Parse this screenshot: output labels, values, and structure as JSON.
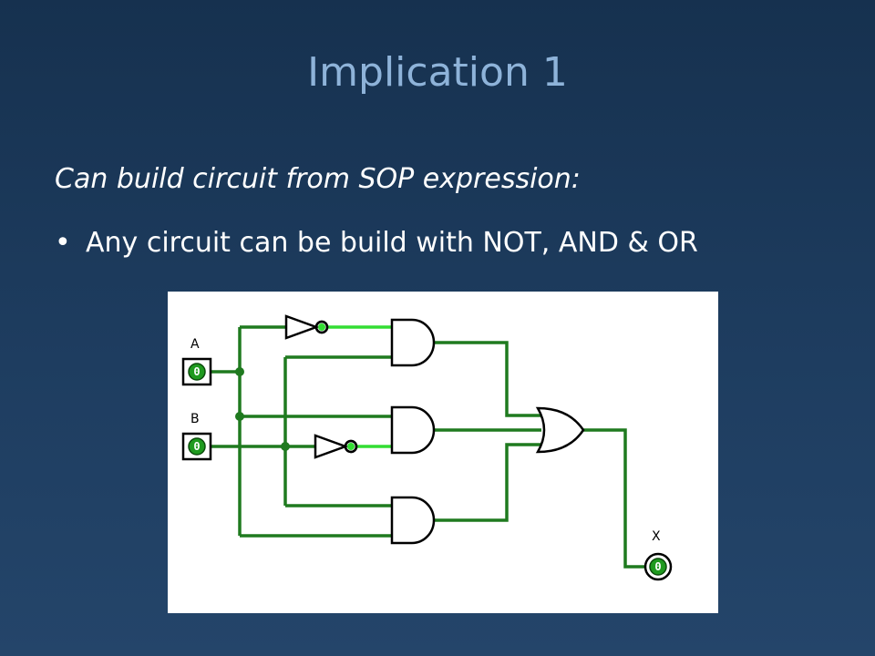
{
  "slide": {
    "title": "Implication 1",
    "subtitle": "Can build circuit from SOP expression:",
    "bullet_marker": "•",
    "bullet_text": "Any circuit can be build with NOT, AND & OR"
  },
  "circuit": {
    "inputs": [
      {
        "label": "A",
        "value": "0"
      },
      {
        "label": "B",
        "value": "0"
      }
    ],
    "output": {
      "label": "X",
      "value": "0"
    },
    "colors": {
      "wire_off": "#1f7a1f",
      "wire_on": "#33dd33",
      "gate": "#000000",
      "background": "#ffffff"
    }
  }
}
